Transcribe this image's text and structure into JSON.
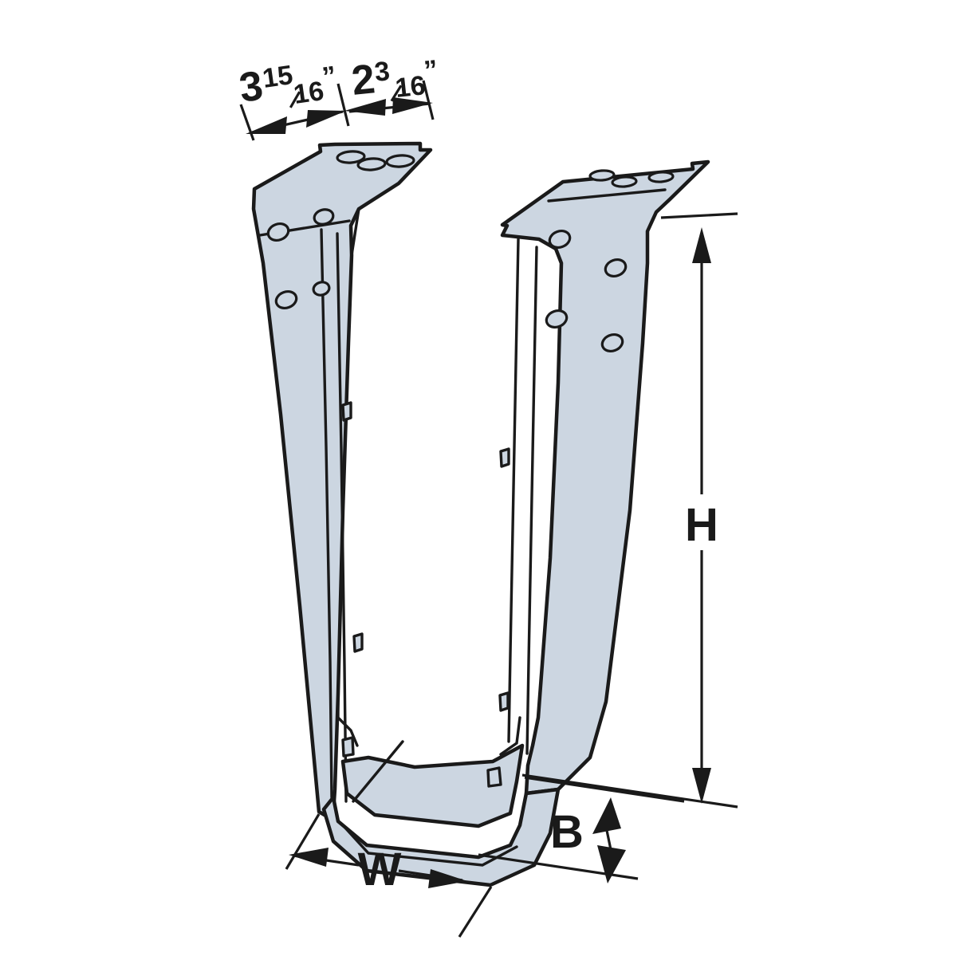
{
  "drawing": {
    "title": "Joist Hanger Bracket Technical Drawing",
    "background_color": "#ffffff",
    "part_fill_color": "#ccd6e1",
    "line_color": "#1a1a1a"
  },
  "dimensions": {
    "top_left": {
      "whole": "3",
      "numerator": "15",
      "denominator": "16",
      "unit": "”",
      "full_label": "3 15/16”"
    },
    "top_right": {
      "whole": "2",
      "numerator": "3",
      "denominator": "16",
      "unit": "”",
      "full_label": "2 3/16”"
    },
    "height": {
      "label": "H"
    },
    "width": {
      "label": "W"
    },
    "bearing": {
      "label": "B"
    }
  },
  "features": {
    "top_flange_holes": 3,
    "left_face_holes": 2,
    "right_face_holes": 4,
    "inner_web_holes": 2,
    "speed_prongs": 6
  }
}
